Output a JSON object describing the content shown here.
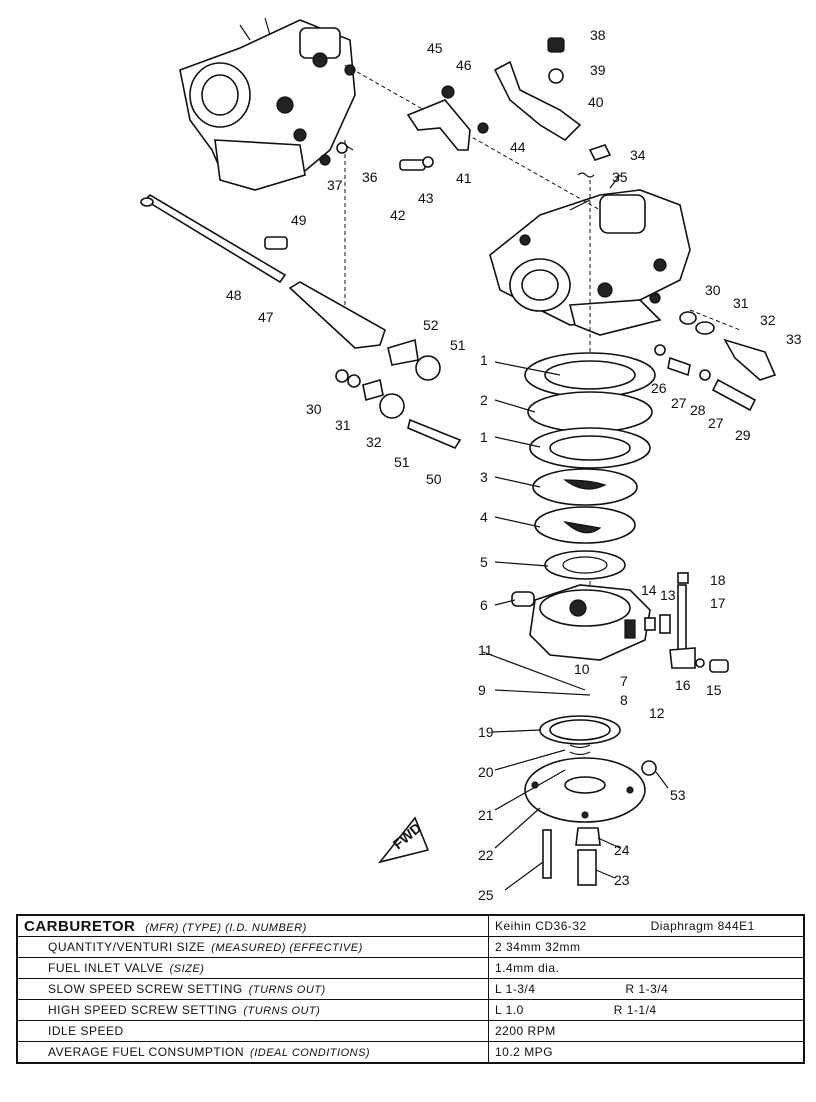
{
  "callouts": {
    "n1": "1",
    "n2": "2",
    "n3": "3",
    "n4": "4",
    "n5": "5",
    "n6": "6",
    "n7": "7",
    "n8": "8",
    "n9": "9",
    "n10": "10",
    "n11": "11",
    "n12": "12",
    "n13": "13",
    "n14": "14",
    "n15": "15",
    "n16": "16",
    "n17": "17",
    "n18": "18",
    "n19": "19",
    "n20": "20",
    "n21": "21",
    "n22": "22",
    "n23": "23",
    "n24": "24",
    "n25": "25",
    "n26": "26",
    "n27": "27",
    "n28": "28",
    "n29": "29",
    "n30": "30",
    "n31": "31",
    "n32": "32",
    "n33": "33",
    "n34": "34",
    "n35": "35",
    "n36": "36",
    "n37": "37",
    "n38": "38",
    "n39": "39",
    "n40": "40",
    "n41": "41",
    "n42": "42",
    "n43": "43",
    "n44": "44",
    "n45": "45",
    "n46": "46",
    "n47": "47",
    "n48": "48",
    "n49": "49",
    "n50": "50",
    "n51": "51",
    "n52": "52",
    "n53": "53"
  },
  "fwd_label": "FWD",
  "spec_table": {
    "title": "CARBURETOR",
    "title_note": "(MFR) (TYPE) (I.D. NUMBER)",
    "title_value": "Keihin CD36-32",
    "title_value_b": "Diaphragm 844E1",
    "rows": [
      {
        "label": "QUANTITY/VENTURI SIZE",
        "note": "(MEASURED) (EFFECTIVE)",
        "value": "2  34mm  32mm",
        "value_b": ""
      },
      {
        "label": "FUEL INLET VALVE",
        "note": "(SIZE)",
        "value": "1.4mm dia.",
        "value_b": ""
      },
      {
        "label": "SLOW SPEED SCREW SETTING",
        "note": "(TURNS OUT)",
        "value": "L  1-3/4",
        "value_b": "R  1-3/4"
      },
      {
        "label": "HIGH SPEED SCREW SETTING",
        "note": "(TURNS OUT)",
        "value": "L  1.0",
        "value_b": "R  1-1/4"
      },
      {
        "label": "IDLE SPEED",
        "note": "",
        "value": "2200  RPM",
        "value_b": ""
      },
      {
        "label": "AVERAGE FUEL CONSUMPTION",
        "note": "(IDEAL CONDITIONS)",
        "value": "10.2 MPG",
        "value_b": ""
      }
    ]
  }
}
